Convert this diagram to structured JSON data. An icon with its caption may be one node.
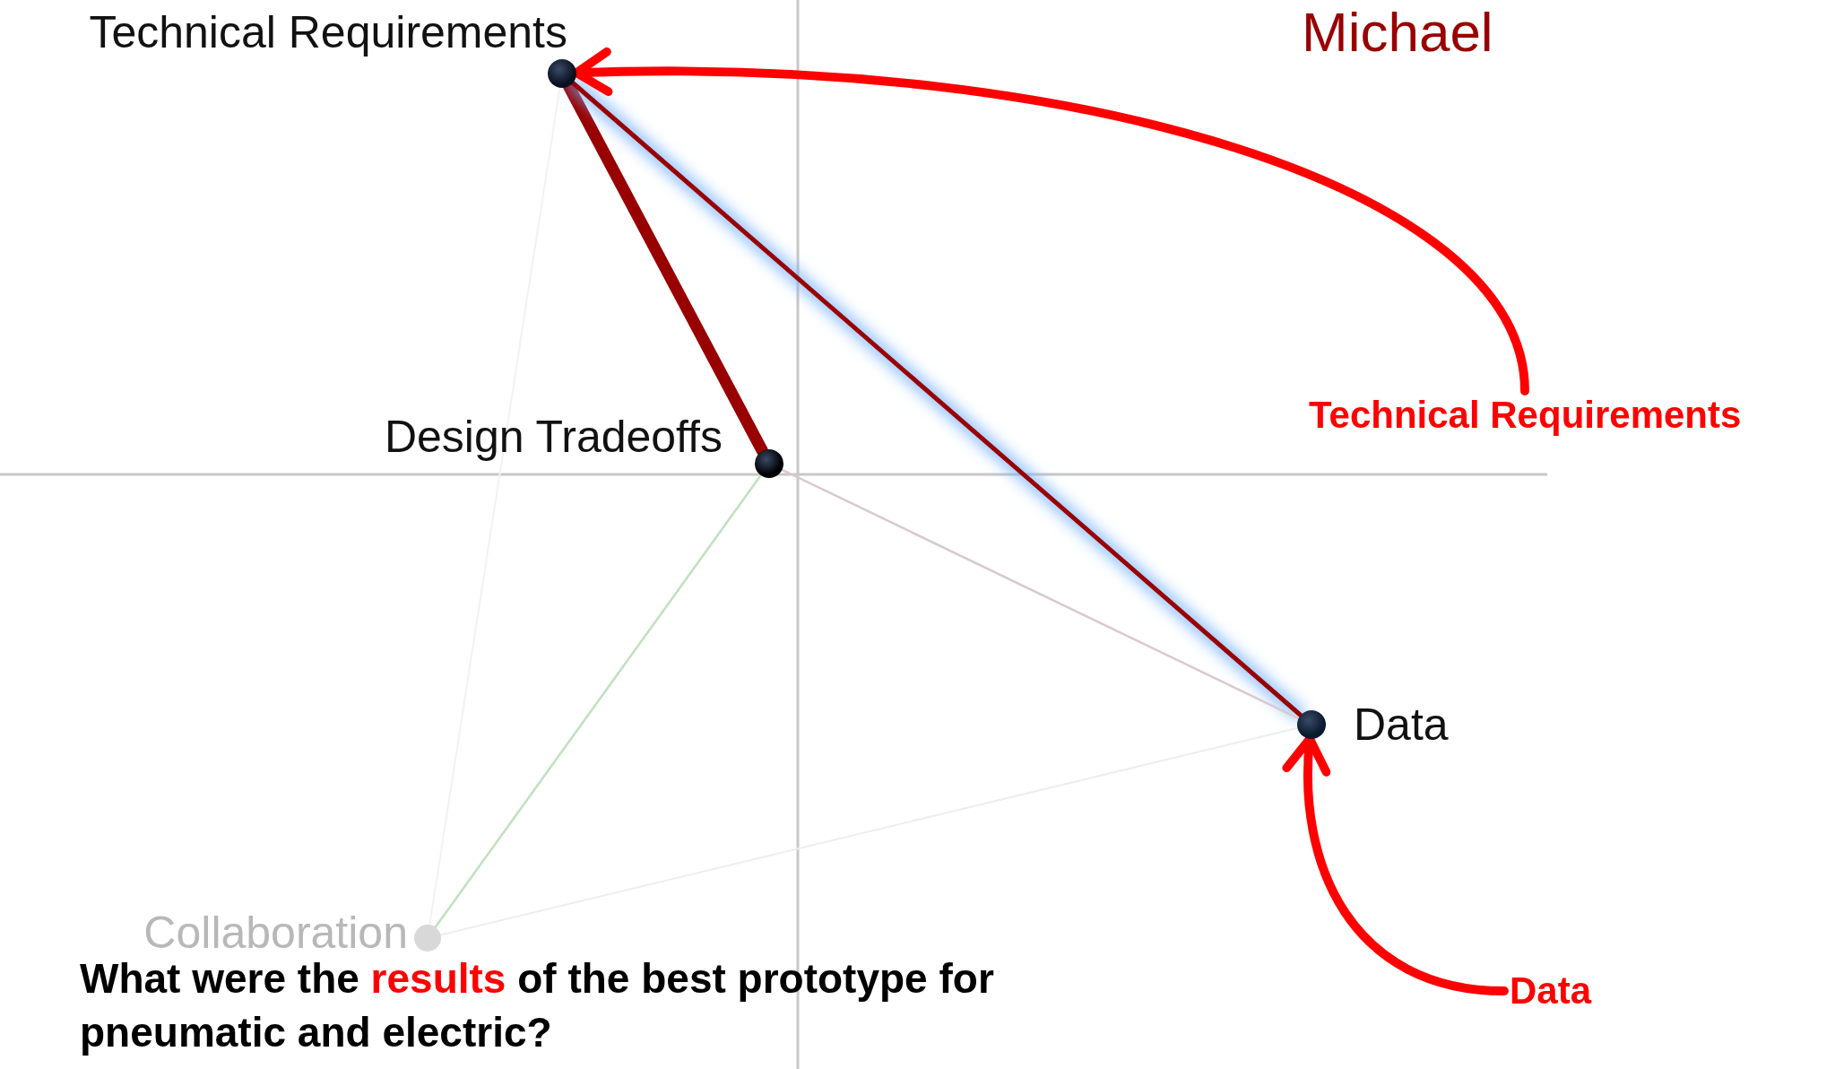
{
  "diagram": {
    "title": "Michael",
    "nodes": [
      {
        "text": [
          "Technical Requirements"
        ]
      },
      {
        "text": [
          "Design Tradeoffs"
        ]
      },
      {
        "text": [
          "Data"
        ]
      },
      {
        "text": [
          "Collaboration"
        ]
      },
      {
        "text": [
          "Technical Requirements"
        ]
      },
      {
        "text": [
          "Data"
        ]
      }
    ],
    "edges": [
      {
        "from": 0,
        "to": 1,
        "arrow": "none",
        "style": "thick",
        "color": "#990000"
      },
      {
        "from": 0,
        "to": 2,
        "arrow": "none",
        "color": "#990000"
      },
      {
        "from": 1,
        "to": 2,
        "arrow": "none",
        "color": "#d9c9cd"
      },
      {
        "from": 1,
        "to": 3,
        "arrow": "none",
        "color": "#bfe0bf"
      },
      {
        "from": 3,
        "to": 2,
        "arrow": "none",
        "color": "#eeeeee"
      },
      {
        "from": 3,
        "to": 0,
        "arrow": "none",
        "color": "#f2f2f2"
      },
      {
        "from": 4,
        "to": 0,
        "arrow": "to",
        "style": "thick",
        "color": "#ff0000"
      },
      {
        "from": 5,
        "to": 2,
        "arrow": "to",
        "style": "thick",
        "color": "#ff0000"
      }
    ],
    "labels": [
      "What were the *results* of the best prototype for pneumatic and electric?"
    ]
  }
}
